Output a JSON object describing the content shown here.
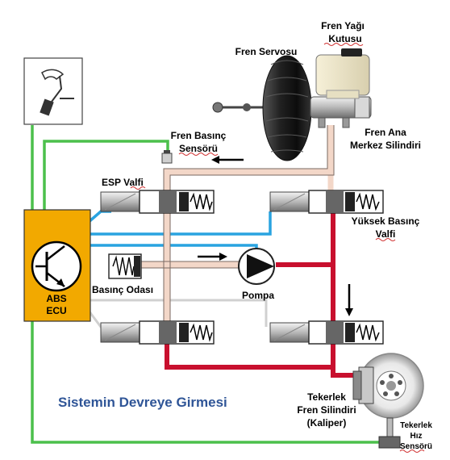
{
  "labels": {
    "brake_fluid_reservoir": [
      "Fren Yağı",
      "Kutusu"
    ],
    "brake_booster": "Fren  Servosu",
    "master_cylinder": [
      "Fren Ana",
      "Merkez Silindiri"
    ],
    "pressure_sensor": [
      "Fren Basınç",
      "Sensörü"
    ],
    "esp_valve": "ESP Valfi",
    "high_pressure_valve": [
      "Yüksek Basınç",
      "Valfi"
    ],
    "pressure_chamber": "Basınç Odası",
    "pump": "Pompa",
    "ecu": [
      "ABS",
      "ECU"
    ],
    "wheel_cylinder": [
      "Tekerlek",
      "Fren  Silindiri",
      "(Kaliper)"
    ],
    "wheel_speed_sensor": [
      "Tekerlek",
      "Hız",
      "Sensörü"
    ]
  },
  "caption": "Sistemin Devreye Girmesi",
  "colors": {
    "ecu_fill": "#f2a900",
    "signal_line": "#4cc04c",
    "control_line": "#29a3e0",
    "low_pressure_line": "#f3d7c8",
    "high_pressure_line": "#c8102e",
    "caption": "#2f5597"
  }
}
